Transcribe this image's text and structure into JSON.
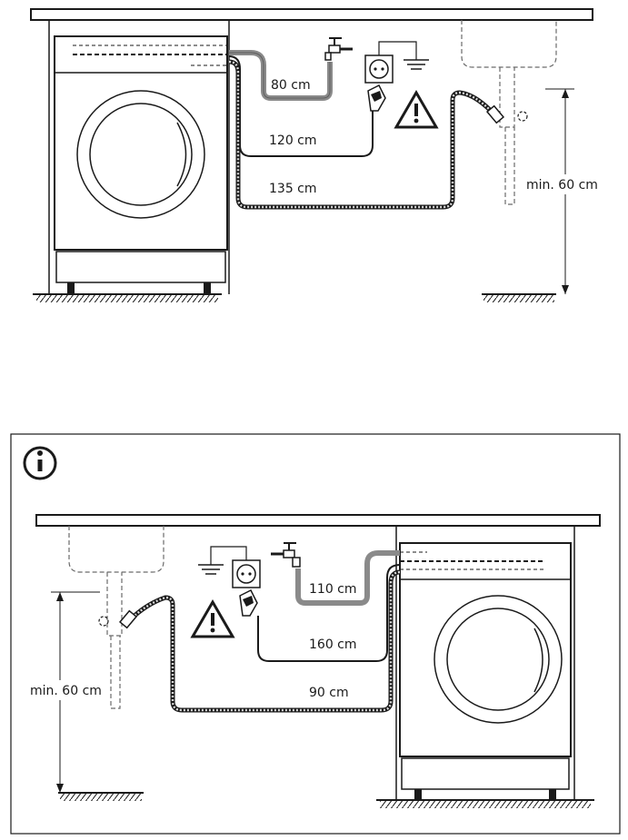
{
  "diagrams": [
    {
      "hose_labels": {
        "inlet": "80 cm",
        "power_cable": "120 cm",
        "drain": "135 cm"
      },
      "height_label": "min. 60 cm",
      "has_info_icon": false
    },
    {
      "hose_labels": {
        "inlet": "110 cm",
        "power_cable": "160 cm",
        "drain": "90 cm"
      },
      "height_label": "min. 60 cm",
      "has_info_icon": true
    }
  ],
  "icons": {
    "info": "info-circle-icon",
    "warning": "warning-triangle-icon",
    "socket": "power-socket-icon",
    "ground": "ground-symbol-icon",
    "tap": "water-tap-icon",
    "plug": "power-plug-icon"
  },
  "colors": {
    "line": "#1a1a1a",
    "inlet_hose": "#8a8a8a",
    "drain_hose": "#9a9a9a"
  }
}
